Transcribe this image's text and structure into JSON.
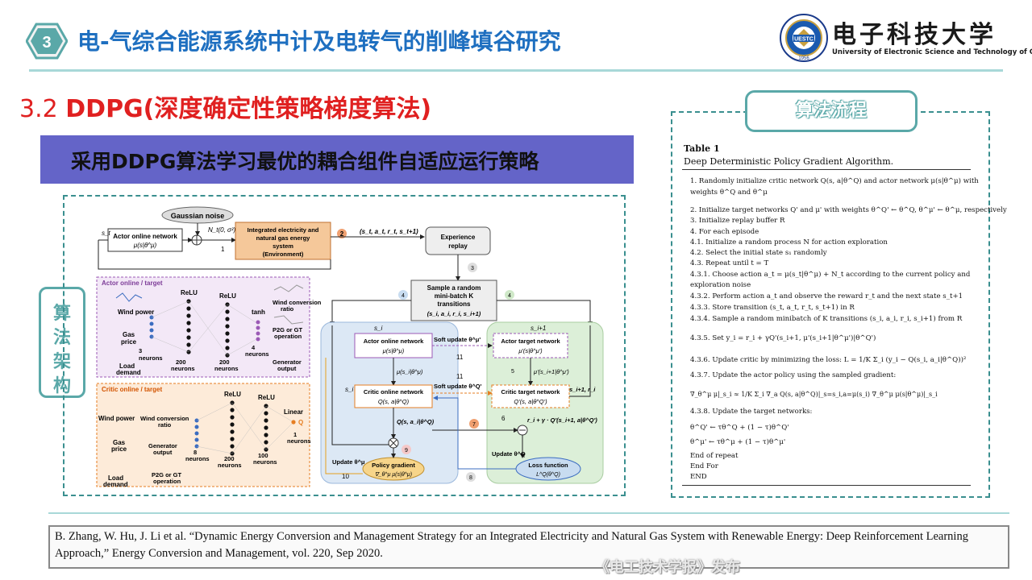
{
  "header": {
    "section_number": "3",
    "title": "电-气综合能源系统中计及电转气的削峰填谷研究",
    "university_cn": "电子科技大学",
    "university_en": "University of Electronic Science and Technology of China",
    "logo_badge": "UESTC",
    "logo_year": "1956"
  },
  "subtitle": {
    "number": "3.2",
    "text": "DDPG(深度确定性策略梯度算法)"
  },
  "banner": {
    "text": "采用DDPG算法学习最优的耦合组件自适应运行策略"
  },
  "side_label": {
    "chars": [
      "算",
      "法",
      "架",
      "构"
    ]
  },
  "algo_tab": {
    "text": "算法流程"
  },
  "diagram": {
    "gaussian_noise": "Gaussian noise",
    "noise_formula": "N_t(0, σ²)",
    "actor_online_top": "Actor online network",
    "actor_online_top_formula": "μ(s|θ^μ)",
    "environment": "Integrated electricity and natural gas energy system (Environment)",
    "transition": "(s_t, a_t, r_t, s_t+1)",
    "experience_replay": "Experience replay",
    "sample_minibatch": "Sample a random mini-batch K transitions",
    "sample_formula": "(s_i, a_i, r_i, s_i+1)",
    "actor_panel_title": "Actor online / target",
    "critic_panel_title": "Critic online / target",
    "relu": "ReLU",
    "tanh": "tanh",
    "linear": "Linear",
    "wind_power": "Wind power",
    "gas_price": "Gas price",
    "load_demand": "Load demand",
    "wind_conversion_ratio": "Wind conversion ratio",
    "p2g_gt_operation": "P2G or GT operation",
    "generator_output": "Generator output",
    "neurons_3": "3 neurons",
    "neurons_200": "200 neurons",
    "neurons_4": "4 neurons",
    "neurons_8": "8 neurons",
    "neurons_100": "100 neurons",
    "neurons_1": "1 neurons",
    "actor_online_net": "Actor online network",
    "actor_target_net": "Actor target network",
    "critic_online_net": "Critic online network",
    "critic_target_net": "Critic target network",
    "soft_update_mu": "Soft update θ^μ'",
    "soft_update_q": "Soft update θ^Q'",
    "policy_gradient": "Policy gradient",
    "policy_gradient_formula": "∇_θ^μ μ(s|θ^μ)",
    "loss_function": "Loss function",
    "loss_formula": "L^Q(θ^Q)",
    "update_mu": "Update θ^μ",
    "update_q": "Update θ^Q",
    "target_formula": "r_i + γ · Q'(s_i+1, a|θ^Q')",
    "step_numbers": [
      "1",
      "2",
      "3",
      "4",
      "4",
      "5",
      "6",
      "7",
      "8",
      "9",
      "10",
      "11",
      "11"
    ]
  },
  "algorithm_table": {
    "caption": "Table 1",
    "name": "Deep Deterministic Policy Gradient Algorithm.",
    "lines": [
      "1. Randomly initialize critic network Q(s, a|θ^Q) and actor network μ(s|θ^μ) with",
      "   weights θ^Q and θ^μ",
      "2. Initialize target networks Q' and μ' with weights θ^Q' ← θ^Q, θ^μ' ← θ^μ, respectively",
      "3. Initialize replay buffer R",
      "4. For each episode",
      "4.1. Initialize a random process N for action exploration",
      "4.2. Select the initial state s₁ randomly",
      "4.3. Repeat until t = T",
      "4.3.1. Choose action a_t = μ(s_t|θ^μ) + N_t according to the current policy and",
      "   exploration noise",
      "4.3.2. Perform action a_t and observe the reward r_t and the next state s_t+1",
      "4.3.3. Store transition (s_t, a_t, r_t, s_t+1) in R",
      "4.3.4. Sample a random minibatch of K transitions (s_i, a_i, r_i, s_i+1) from R",
      "4.3.5. Set y_i = r_i + γQ'(s_i+1, μ'(s_i+1|θ^μ')|θ^Q')",
      "4.3.6. Update critic by minimizing the loss: L = 1/K Σ_i (y_i − Q(s_i, a_i|θ^Q))²",
      "4.3.7. Update the actor policy using the sampled gradient:",
      "∇_θ^μ μ|_s_i ≈ 1/K Σ_i ∇_a Q(s, a|θ^Q)|_s=s_i,a=μ(s_i) ∇_θ^μ μ(s|θ^μ)|_s_i",
      "4.3.8. Update the target networks:",
      "θ^Q' ← τθ^Q + (1 − τ)θ^Q'",
      "θ^μ' ← τθ^μ + (1 − τ)θ^μ'",
      "End of repeat",
      "End For",
      "END"
    ]
  },
  "reference": {
    "text": "B. Zhang, W. Hu, J. Li et al. “Dynamic Energy Conversion and Management Strategy for an Integrated Electricity and Natural Gas System with Renewable Energy: Deep Reinforcement Learning Approach,” Energy Conversion and Management, vol. 220, Sep 2020."
  },
  "watermark": {
    "text": "《电工技术学报》发布"
  },
  "colors": {
    "title_blue": "#1e6fc0",
    "subtitle_red": "#e02020",
    "banner_purple": "#6464c8",
    "teal_border": "#3a8f8f",
    "actor_panel": "#9b59b6",
    "critic_panel": "#e67e22",
    "blue_region": "#dce8f5",
    "green_region": "#dcefd8"
  }
}
